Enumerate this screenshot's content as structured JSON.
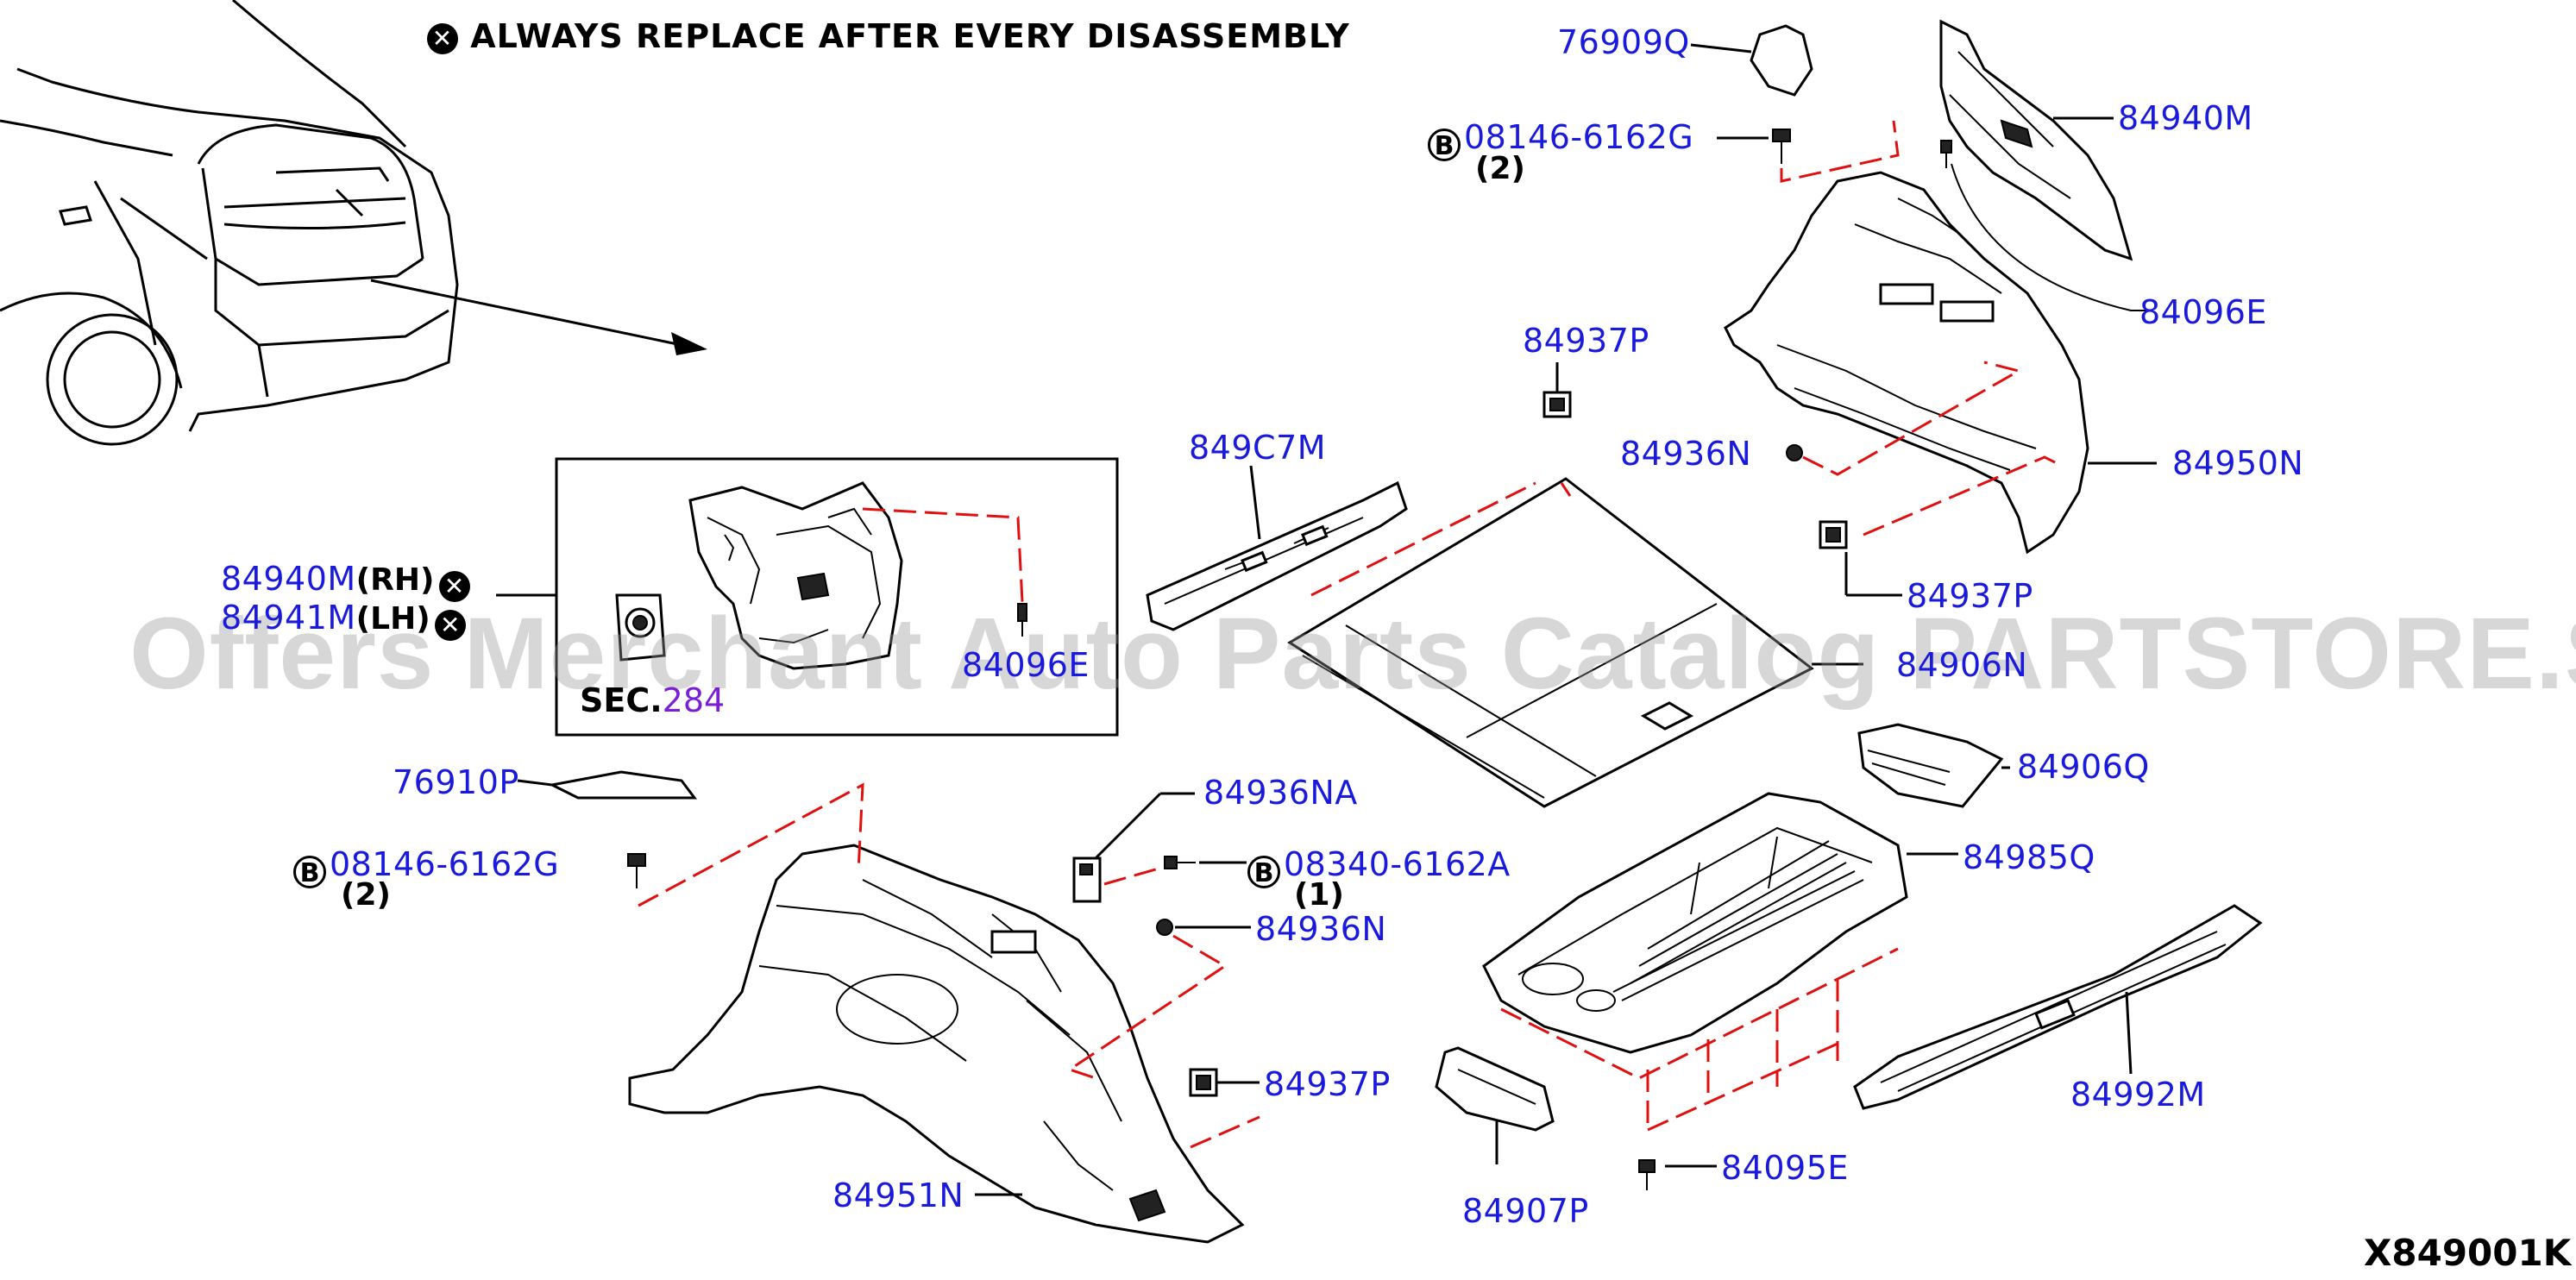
{
  "header": {
    "note_icon": "circled-x-icon",
    "note_text": "ALWAYS REPLACE AFTER EVERY DISASSEMBLY"
  },
  "watermark": "Offers Merchant Auto Parts Catalog PARTSTORE.SA",
  "diagram_id": "X849001K",
  "inset": {
    "sec_prefix": "SEC.",
    "sec_number": "284",
    "partial_label": "84096E"
  },
  "callouts": [
    {
      "id": "76909Q",
      "text": "76909Q"
    },
    {
      "id": "08146-6162G-top",
      "text": "08146-6162G",
      "prefix": "B",
      "qty": "(2)"
    },
    {
      "id": "84940M-top",
      "text": "84940M"
    },
    {
      "id": "84096E",
      "text": "84096E"
    },
    {
      "id": "84937P-top",
      "text": "84937P"
    },
    {
      "id": "849C7M",
      "text": "849C7M"
    },
    {
      "id": "84936N-top",
      "text": "84936N"
    },
    {
      "id": "84950N",
      "text": "84950N"
    },
    {
      "id": "84937P-mid",
      "text": "84937P"
    },
    {
      "id": "84940M-RH",
      "text": "84940M",
      "side": "(RH)"
    },
    {
      "id": "84941M-LH",
      "text": "84941M",
      "side": "(LH)"
    },
    {
      "id": "84906N",
      "text": "84906N"
    },
    {
      "id": "84906Q",
      "text": "84906Q"
    },
    {
      "id": "76910P",
      "text": "76910P"
    },
    {
      "id": "84936NA",
      "text": "84936NA"
    },
    {
      "id": "08146-6162G-bot",
      "text": "08146-6162G",
      "prefix": "B",
      "qty": "(2)"
    },
    {
      "id": "08340-6162A",
      "text": "08340-6162A",
      "prefix": "B",
      "qty": "(1)"
    },
    {
      "id": "84985Q",
      "text": "84985Q"
    },
    {
      "id": "84936N-bot",
      "text": "84936N"
    },
    {
      "id": "84937P-bot",
      "text": "84937P"
    },
    {
      "id": "84992M",
      "text": "84992M"
    },
    {
      "id": "84951N",
      "text": "84951N"
    },
    {
      "id": "84907P",
      "text": "84907P"
    },
    {
      "id": "84095E",
      "text": "84095E"
    }
  ],
  "colors": {
    "part_number": "#1a1adc",
    "assembly_dash": "#e01010",
    "sec_number": "#7b1fd6",
    "watermark": "#969696"
  }
}
